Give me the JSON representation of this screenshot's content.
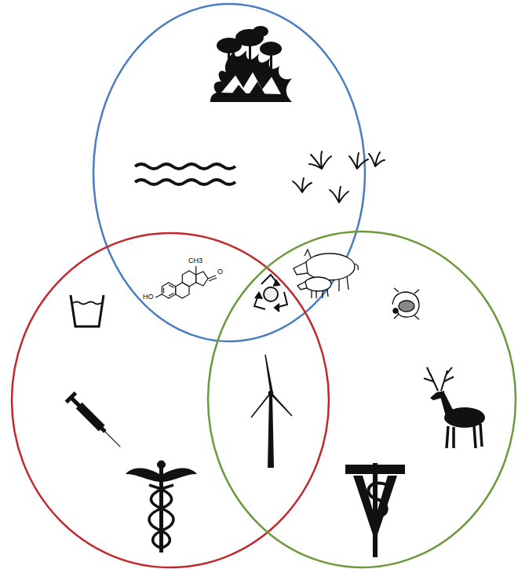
{
  "diagram": {
    "labels": [
      "CH3",
      "O",
      "HO"
    ]
  }
}
